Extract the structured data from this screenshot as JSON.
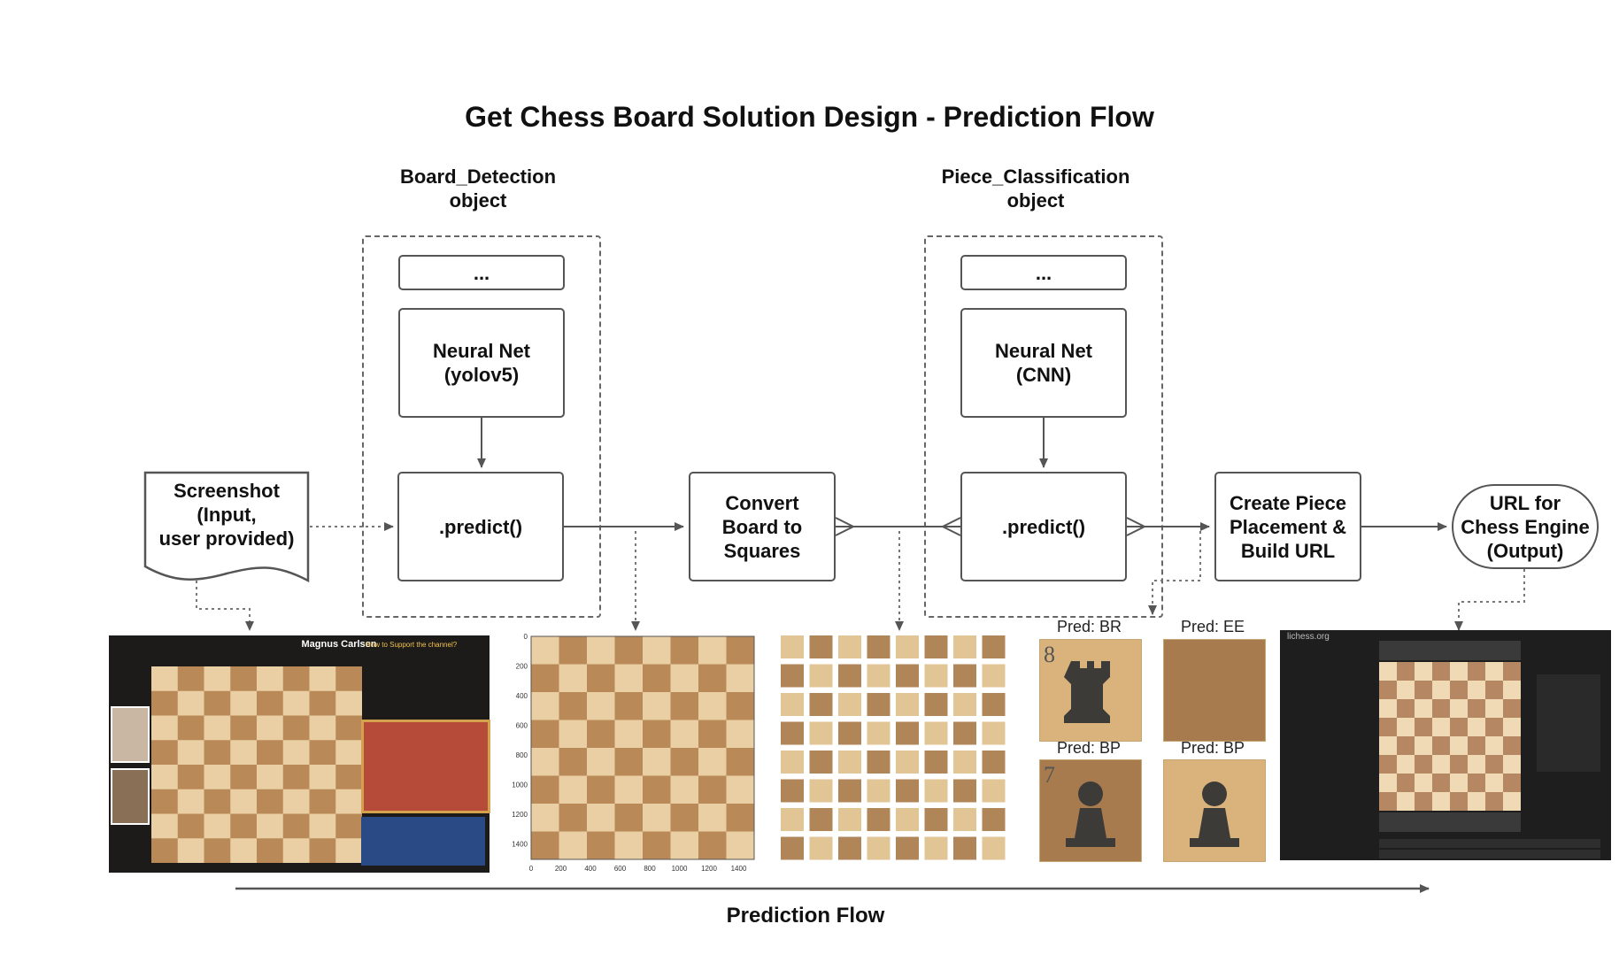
{
  "title": "Get Chess Board Solution Design - Prediction Flow",
  "groups": {
    "board_detection": {
      "label_line1": "Board_Detection",
      "label_line2": "object",
      "ellipsis": "...",
      "net_line1": "Neural Net",
      "net_line2": "(yolov5)",
      "predict": ".predict()"
    },
    "piece_classification": {
      "label_line1": "Piece_Classification",
      "label_line2": "object",
      "ellipsis": "...",
      "net_line1": "Neural Net",
      "net_line2": "(CNN)",
      "predict": ".predict()"
    }
  },
  "nodes": {
    "screenshot": {
      "line1": "Screenshot",
      "line2": "(Input,",
      "line3": "user provided)"
    },
    "convert": {
      "line1": "Convert",
      "line2": "Board to",
      "line3": "Squares"
    },
    "create": {
      "line1": "Create Piece",
      "line2": "Placement &",
      "line3": "Build URL"
    },
    "output": {
      "line1": "URL for",
      "line2": "Chess Engine",
      "line3": "(Output)"
    }
  },
  "thumbnails": {
    "input_screenshot": {
      "header": "Magnus Carlsen",
      "side_text": "How to Support the channel?"
    },
    "detected_board": {
      "y_ticks": [
        "0",
        "200",
        "400",
        "600",
        "800",
        "1000",
        "1200",
        "1400"
      ],
      "x_ticks": [
        "0",
        "200",
        "400",
        "600",
        "800",
        "1000",
        "1200",
        "1400"
      ]
    },
    "predictions": [
      {
        "label": "Pred: BR",
        "rank": "8"
      },
      {
        "label": "Pred: EE",
        "rank": ""
      },
      {
        "label": "Pred: BP",
        "rank": "7"
      },
      {
        "label": "Pred: BP",
        "rank": ""
      }
    ],
    "lichess": {
      "site": "lichess.org"
    }
  },
  "flow_label": "Prediction Flow",
  "colors": {
    "stroke": "#555555",
    "board_light": "#e9cfa3",
    "board_dark": "#b98a57",
    "screen_dark": "#1e1e1e"
  }
}
